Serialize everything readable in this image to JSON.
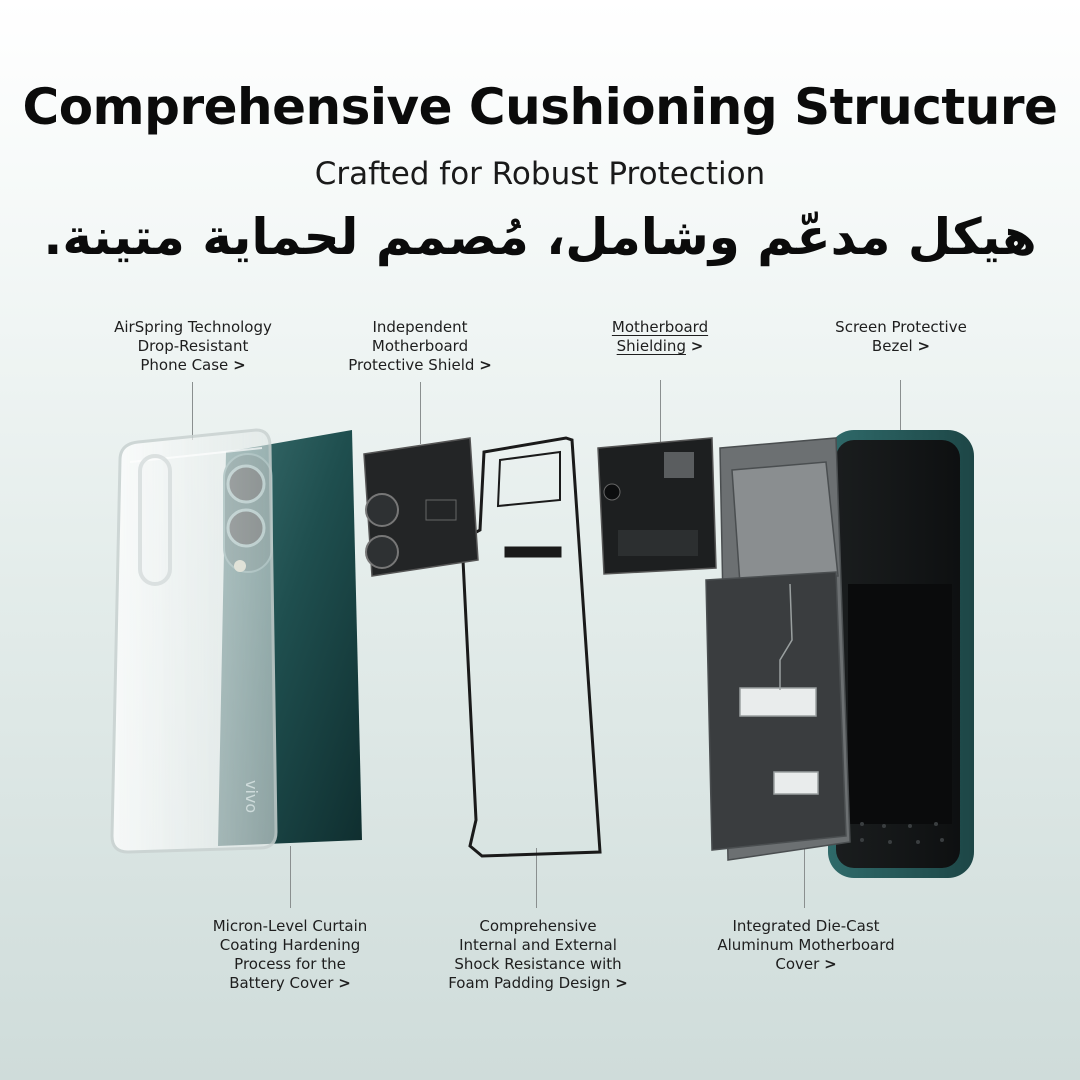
{
  "header": {
    "title": "Comprehensive Cushioning Structure",
    "subtitle": "Crafted for Robust Protection",
    "arabic_title": "هيكل مدعّم وشامل، مُصمم لحماية متينة."
  },
  "labels_top": [
    {
      "lines": [
        "AirSpring Technology",
        "Drop-Resistant",
        "Phone Case"
      ],
      "arrow": ">"
    },
    {
      "lines": [
        "Independent",
        "Motherboard",
        "Protective Shield"
      ],
      "arrow": ">"
    },
    {
      "lines": [
        "Motherboard",
        "Shielding"
      ],
      "arrow": ">"
    },
    {
      "lines": [
        "Screen Protective",
        "Bezel"
      ],
      "arrow": ">"
    }
  ],
  "labels_bottom": [
    {
      "lines": [
        "Micron-Level Curtain",
        "Coating Hardening",
        "Process for the",
        "Battery Cover"
      ],
      "arrow": ">"
    },
    {
      "lines": [
        "Comprehensive",
        "Internal and External",
        "Shock Resistance with",
        "Foam Padding Design"
      ],
      "arrow": ">"
    },
    {
      "lines": [
        "Integrated Die-Cast",
        "Aluminum Motherboard",
        "Cover"
      ],
      "arrow": ">"
    }
  ],
  "phone": {
    "brand": "vivo",
    "colors": {
      "back_cover": "#1f4f4f",
      "metal": "#2a2d2f",
      "frame": "#5a5e60"
    }
  }
}
